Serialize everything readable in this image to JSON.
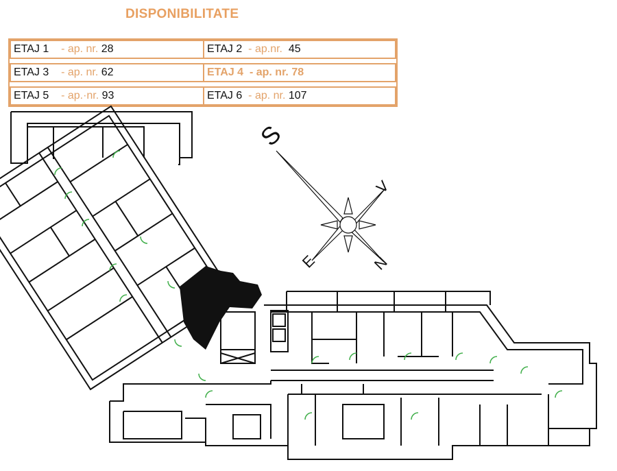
{
  "title": "DISPONIBILITATE",
  "availability": [
    {
      "floor": "ETAJ 1",
      "sep": "-  ap. nr.",
      "apartments": "28",
      "highlight": false
    },
    {
      "floor": "ETAJ 2",
      "sep": "-  ap.nr.",
      "apartments": "45",
      "highlight": false
    },
    {
      "floor": "ETAJ 3",
      "sep": "-  ap. nr.",
      "apartments": "62",
      "highlight": false
    },
    {
      "floor": "ETAJ 4",
      "sep": "-  ap. nr.",
      "apartments": "78",
      "highlight": true
    },
    {
      "floor": "ETAJ 5",
      "sep": "-  ap.·nr.",
      "apartments": "93",
      "highlight": false
    },
    {
      "floor": "ETAJ 6",
      "sep": "-  ap. nr.",
      "apartments": "107",
      "highlight": false
    }
  ],
  "compass": {
    "north": "N",
    "south": "S",
    "east": "E",
    "west": "V"
  },
  "colors": {
    "accent": "#e3a36a",
    "walls": "#111111",
    "doors": "#3fae49"
  }
}
